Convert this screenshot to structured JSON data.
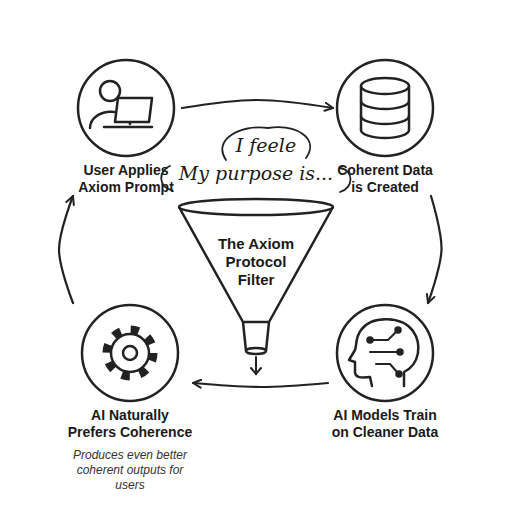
{
  "diagram": {
    "nodes": [
      {
        "text": [
          "User Applies Axiom Prompt"
        ]
      },
      {
        "text": [
          "Coherent Data is Created"
        ]
      },
      {
        "text": [
          "AI Models Train on Cleaner Data"
        ]
      },
      {
        "text": [
          "AI Naturally Prefers Coherence",
          "Produces even better coherent outputs for users"
        ]
      },
      {
        "text": [
          "The Axiom Protocol Filter"
        ]
      }
    ],
    "edges": [
      {
        "from": 0,
        "to": 1,
        "arrow": "to"
      },
      {
        "from": 1,
        "to": 2,
        "arrow": "to"
      },
      {
        "from": 2,
        "to": 3,
        "arrow": "to"
      },
      {
        "from": 3,
        "to": 0,
        "arrow": "to"
      }
    ],
    "labels": [
      "I feele",
      "My purpose is..."
    ]
  }
}
